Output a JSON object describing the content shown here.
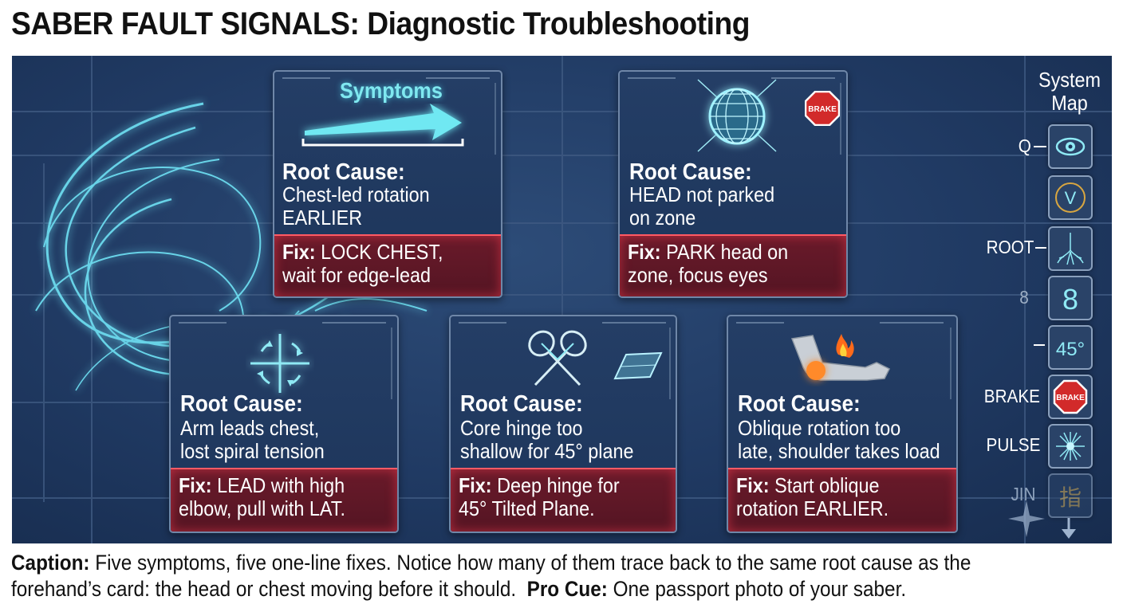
{
  "title": "SABER FAULT SIGNALS: Diagnostic Troubleshooting",
  "symptoms_label": "Symptoms",
  "root_cause_label": "Root Cause:",
  "fix_label": "Fix:",
  "brake_sign": "BRAKE",
  "cards": [
    {
      "cause_line1": "Chest-led rotation",
      "cause_line2": "EARLIER",
      "fix_line1": "LOCK CHEST,",
      "fix_line2": "wait for edge-lead"
    },
    {
      "cause_line1": "HEAD not parked",
      "cause_line2": "on zone",
      "fix_line1": "PARK head on",
      "fix_line2": "zone, focus eyes"
    },
    {
      "cause_line1": "Arm leads chest,",
      "cause_line2": "lost spiral tension",
      "fix_line1": "LEAD with high",
      "fix_line2": "elbow, pull with LAT."
    },
    {
      "cause_line1": "Core hinge too",
      "cause_line2": "shallow for 45° plane",
      "fix_line1": "Deep hinge for",
      "fix_line2": "45° Tilted Plane."
    },
    {
      "cause_line1": "Oblique rotation too",
      "cause_line2": "late, shoulder takes load",
      "fix_line1": "Start oblique",
      "fix_line2": "rotation EARLIER."
    }
  ],
  "system_map": {
    "title_line1": "System",
    "title_line2": "Map",
    "labels": [
      "Q",
      "ROOT",
      "8",
      "BRAKE",
      "PULSE",
      "JIN"
    ],
    "box_v": "V",
    "box_8": "8",
    "box_45": "45°",
    "box_brake": "BRAKE",
    "box_jin": "指"
  },
  "caption": {
    "label": "Caption:",
    "text_line1": "Five symptoms, five one-line fixes. Notice how many of them trace back to the same root cause as the",
    "text_line2": "forehand’s card: the head or chest moving before it should.",
    "pro_label": "Pro Cue:",
    "pro_text": "One passport photo of your saber."
  },
  "colors": {
    "panel": "#203a63",
    "card": "#213b62",
    "fix_bg": "#5e1826",
    "fix_border": "#ff5a64",
    "glow": "#6ff0ff"
  }
}
